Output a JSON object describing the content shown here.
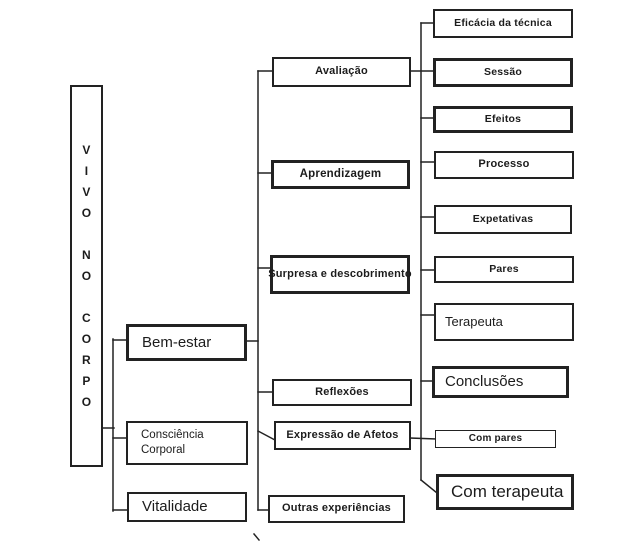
{
  "colors": {
    "background": "#ffffff",
    "line": "#222222",
    "text": "#1c1c1c"
  },
  "diagram": {
    "root": {
      "label": "V\nI\nV\nO\n\nN\nO\n\nC\nO\nR\nP\nO"
    },
    "categories": [
      {
        "label": "Bem-estar"
      },
      {
        "label": "Consciência\nCorporal"
      },
      {
        "label": "Vitalidade"
      }
    ],
    "themes": [
      {
        "label": "Avaliação"
      },
      {
        "label": "Aprendizagem"
      },
      {
        "label": "Surpresa e descobrimento"
      },
      {
        "label": "Reflexões"
      },
      {
        "label": "Expressão de Afetos"
      },
      {
        "label": "Outras experiências"
      }
    ],
    "subthemes": [
      {
        "label": "Eficácia da técnica"
      },
      {
        "label": "Sessão"
      },
      {
        "label": "Efeitos"
      },
      {
        "label": "Processo"
      },
      {
        "label": "Expetativas"
      },
      {
        "label": "Pares"
      },
      {
        "label": "Terapeuta"
      },
      {
        "label": "Conclusões"
      },
      {
        "label": "Com pares"
      },
      {
        "label": "Com terapeuta"
      }
    ]
  }
}
